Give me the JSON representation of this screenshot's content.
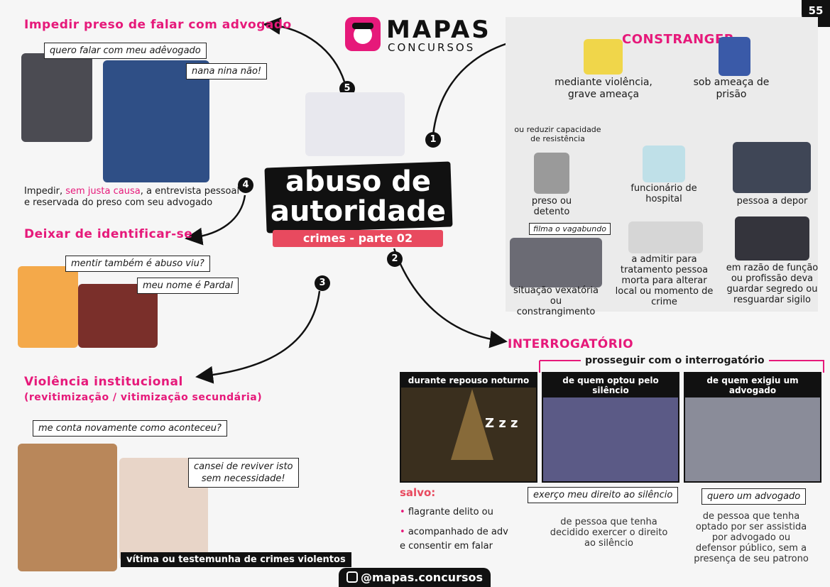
{
  "page_number": "55",
  "brand": {
    "name": "MAPAS",
    "sub": "CONCURSOS",
    "instagram": "@mapas.concursos"
  },
  "center": {
    "title_line1": "abuso de",
    "title_line2": "autoridade",
    "subtitle": "crimes - parte 02"
  },
  "numbers": [
    "1",
    "2",
    "3",
    "4",
    "5"
  ],
  "s5": {
    "title": "Impedir preso de falar com advogado",
    "bubble1": "quero falar com meu adêvogado",
    "bubble2": "nana nina não!",
    "text_a": "Impedir, ",
    "text_b": "sem justa causa",
    "text_c": ", a entrevista pessoal",
    "text_d": "e reservada do preso com seu advogado"
  },
  "s4": {
    "title": "Deixar de identificar-se",
    "bubble1": "mentir também é abuso viu?",
    "bubble2": "meu nome é Pardal"
  },
  "s3": {
    "title": "Violência institucional",
    "subtitle": "(revitimização / vitimização secundária)",
    "bubble1": "me conta novamente como aconteceu?",
    "bubble2_l1": "cansei de reviver isto",
    "bubble2_l2": "sem necessidade!",
    "caption": "vítima ou testemunha de crimes violentos"
  },
  "s1": {
    "title": "CONSTRANGER",
    "branch1_l1": "mediante violência,",
    "branch1_l2": "grave ameaça",
    "branch2_l1": "sob ameaça de",
    "branch2_l2": "prisão",
    "reduce_l1": "ou reduzir capacidade",
    "reduce_l2": "de resistência",
    "preso": "preso ou detento",
    "filma": "filma o vagabundo",
    "vexatoria_l1": "situação vexatória",
    "vexatoria_l2": "ou constrangimento",
    "func_l1": "funcionário de",
    "func_l2": "hospital",
    "admitir_l1": "a admitir para",
    "admitir_l2": "tratamento pessoa",
    "admitir_l3": "morta para alterar",
    "admitir_l4": "local ou momento de",
    "admitir_l5": "crime",
    "depor": "pessoa a depor",
    "segredo_l1": "em razão de função",
    "segredo_l2": "ou profissão deva",
    "segredo_l3": "guardar segredo ou",
    "segredo_l4": "resguardar sigilo"
  },
  "s2": {
    "title": "INTERROGATÓRIO",
    "prosseguir": "prosseguir com o interrogatório",
    "panel1": "durante repouso noturno",
    "panel2": "de quem optou pelo silêncio",
    "panel3": "de quem exigiu um advogado",
    "zzz": "Z z z",
    "salvo": "salvo:",
    "item1": "flagrante delito ou",
    "item2_l1": "acompanhado de adv",
    "item2_l2": "e consentir em falar",
    "bubble_sil": "exerço meu direito ao silêncio",
    "bubble_adv": "quero um advogado",
    "desc2_l1": "de pessoa que tenha",
    "desc2_l2": "decidido exercer o direito",
    "desc2_l3": "ao silêncio",
    "desc3_l1": "de pessoa que tenha",
    "desc3_l2": "optado por ser assistida",
    "desc3_l3": "por advogado ou",
    "desc3_l4": "defensor público, sem a",
    "desc3_l5": "presença de seu patrono"
  },
  "colors": {
    "accent": "#e6197a",
    "dark": "#111111",
    "red_label": "#e84a5f"
  }
}
